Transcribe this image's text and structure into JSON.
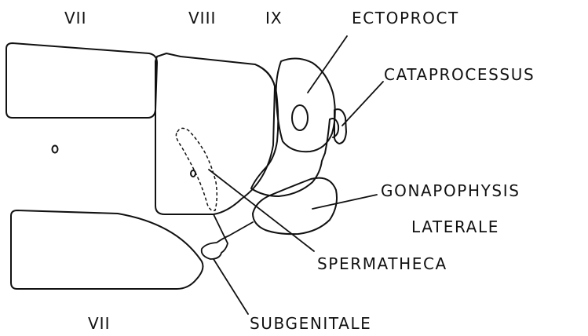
{
  "segment_labels": {
    "upper_vii": "VII",
    "upper_viii": "VIII",
    "upper_ix": "IX",
    "lower_vii": "VII"
  },
  "labels": {
    "ectoproct": "ECTOPROCT",
    "cataprocessus": "CATAPROCESSUS",
    "gonapophysis_line1": "GONAPOPHYSIS",
    "gonapophysis_line2": "LATERALE",
    "spermatheca": "SPERMATHECA",
    "subgenitale": "SUBGENITALE"
  }
}
